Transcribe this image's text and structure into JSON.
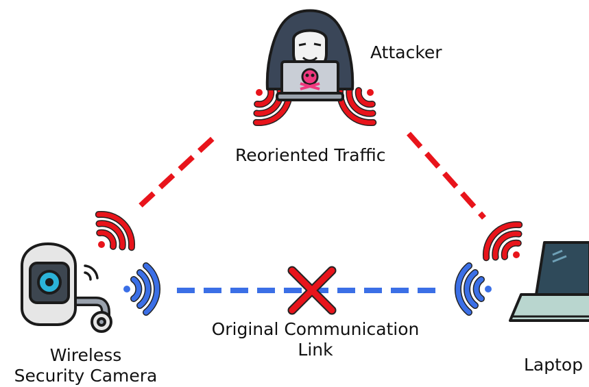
{
  "labels": {
    "attacker": "Attacker",
    "reoriented_traffic": "Reoriented Traffic",
    "original_link_line1": "Original Communication",
    "original_link_line2": "Link",
    "camera_line1": "Wireless",
    "camera_line2": "Security Camera",
    "laptop": "Laptop"
  },
  "colors": {
    "attack_path": "#e8141b",
    "original_path": "#3b6fe6",
    "blocked_mark": "#e8141b",
    "attacker_hood": "#3a4658",
    "attacker_skull": "#f0387e",
    "camera_body": "#e6e6e6",
    "camera_lens": "#2bb3d8",
    "laptop_screen": "#2f4a5a",
    "laptop_body": "#b9d6cf"
  },
  "icons": {
    "attacker": "hooded-hacker-icon",
    "camera": "wireless-camera-icon",
    "laptop": "laptop-icon",
    "blocked": "red-x-icon",
    "signal": "wifi-waves-icon"
  }
}
